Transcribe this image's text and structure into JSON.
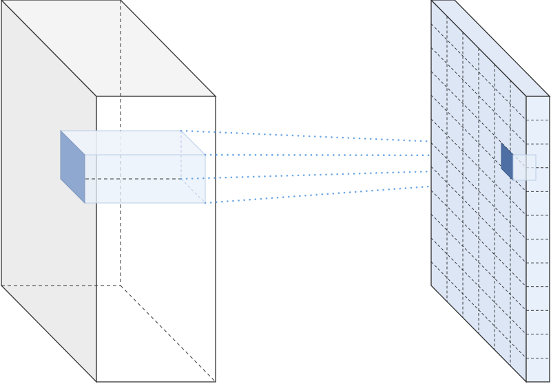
{
  "diagram": {
    "kind": "convolution-3d-illustration",
    "input_volume": {
      "name": "input-volume"
    },
    "kernel": {
      "name": "kernel-column"
    },
    "output_map": {
      "name": "output-feature-map",
      "grid_rows": 12,
      "grid_cols": 6
    },
    "output_cell": {
      "name": "output-cell"
    },
    "colors": {
      "stroke": "#333333",
      "side_face": "#ececec",
      "top_face": "#f4f4f4",
      "front_face": "#ffffff",
      "kernel_face": "#8fa8cf",
      "kernel_fill": "#e8f0fa",
      "kernel_edge": "#b9cde6",
      "map_fill": "#dde6f5",
      "map_front": "#e8f0fc",
      "map_stroke": "#2b2b2b",
      "cell_fill": "#4d6fa3",
      "projection": "#6aa6e6"
    }
  }
}
